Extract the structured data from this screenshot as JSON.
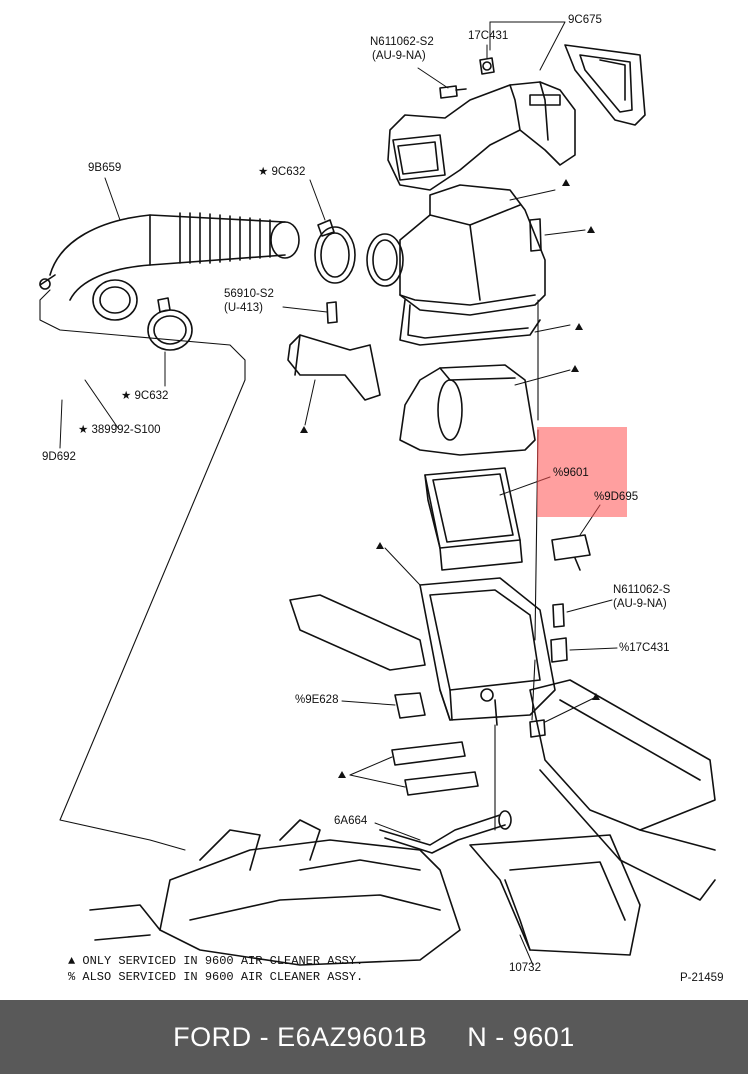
{
  "colors": {
    "highlight": "#ff5050",
    "footer_background": "#595959",
    "footer_text": "#ffffff",
    "line": "#111111"
  },
  "labels": {
    "c9c675": "9C675",
    "n611062_s2": "N611062-S2",
    "au9na_1": "(AU-9-NA)",
    "c17c431_top": "17C431",
    "b9b659": "9B659",
    "c9c632_top": "★ 9C632",
    "s56910": "56910-S2",
    "u413": "(U-413)",
    "c9c632_left": "★ 9C632",
    "s389992": "★ 389992-S100",
    "d9d692": "9D692",
    "p9601": "%9601",
    "p9d695": "%9D695",
    "n611062_s": "N611062-S",
    "au9na_2": "(AU-9-NA)",
    "p17c431": "%17C431",
    "p9e628": "%9E628",
    "a6a664": "6A664",
    "c10732": "10732",
    "p21459": "P-21459"
  },
  "notes": {
    "line1": "▲ ONLY SERVICED IN 9600 AIR CLEANER ASSY.",
    "line2": "% ALSO SERVICED IN 9600 AIR CLEANER ASSY."
  },
  "footer": {
    "text": "FORD - E6AZ9601B     N - 9601"
  }
}
